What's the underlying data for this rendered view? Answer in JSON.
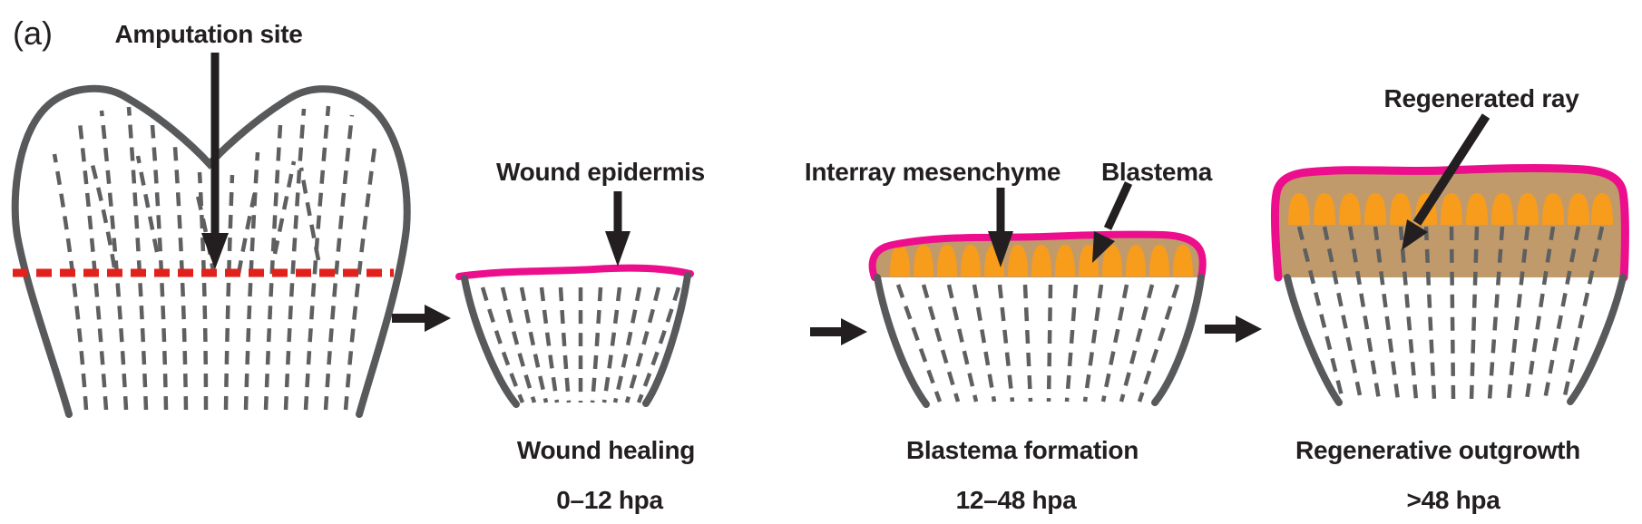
{
  "figure": {
    "panel_label": "(a)",
    "colors": {
      "black": "#231F20",
      "gray_outline": "#58595B",
      "gray_ray": "#5E5F61",
      "red": "#E2201C",
      "pink": "#EC0E8C",
      "tan": "#C19A6B",
      "orange": "#F89C1C"
    },
    "stage0": {
      "annotation": "Amputation site"
    },
    "stage1": {
      "annotation": "Wound epidermis",
      "caption": "Wound healing",
      "time": "0–12 hpa"
    },
    "stage2": {
      "annotation_interray": "Interray mesenchyme",
      "annotation_blastema": "Blastema",
      "caption": "Blastema formation",
      "time": "12–48 hpa"
    },
    "stage3": {
      "annotation": "Regenerated ray",
      "caption": "Regenerative outgrowth",
      "time": ">48 hpa"
    }
  }
}
